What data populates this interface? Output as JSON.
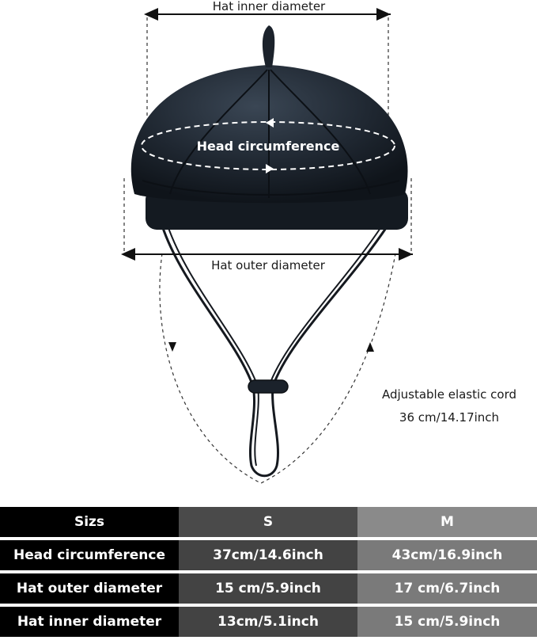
{
  "labels": {
    "inner_diameter": "Hat inner diameter",
    "outer_diameter": "Hat outer diameter",
    "head_circumference": "Head circumference",
    "cord_line1": "Adjustable elastic cord",
    "cord_line2": "36 cm/14.17inch"
  },
  "table": {
    "header": [
      "Sizs",
      "S",
      "M"
    ],
    "rows": [
      [
        "Head circumference",
        "37cm/14.6inch",
        "43cm/16.9inch"
      ],
      [
        "Hat outer diameter",
        "15 cm/5.9inch",
        "17 cm/6.7inch"
      ],
      [
        "Hat inner diameter",
        "13cm/5.1inch",
        "15 cm/5.9inch"
      ]
    ]
  },
  "colors": {
    "hat": "#1b222b",
    "header_col0": "#000000",
    "col_s": "#434343",
    "col_m": "#7a7a7a"
  }
}
